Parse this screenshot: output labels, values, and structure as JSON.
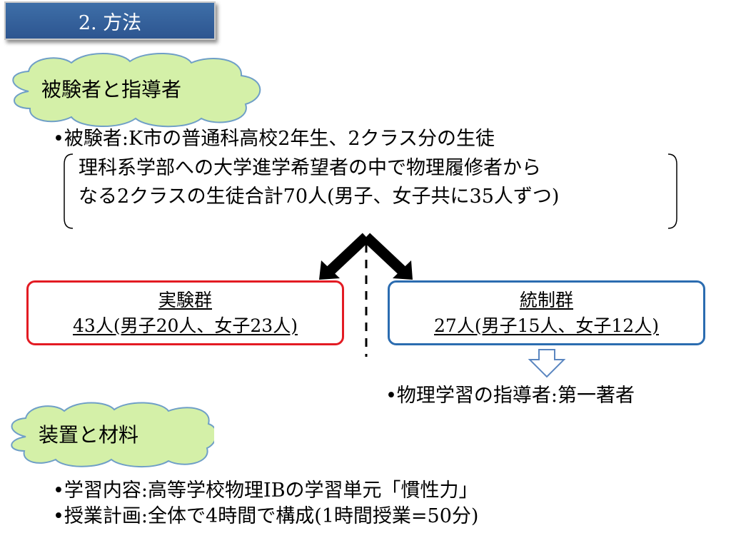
{
  "header": {
    "section_title": "2. 方法"
  },
  "subjects": {
    "heading": "被験者と指導者",
    "subjects_line": "•被験者:K市の普通科高校2年生、2クラス分の生徒",
    "detail_line1": "理科系学部への大学進学希望者の中で物理履修者から",
    "detail_line2": "なる2クラスの生徒合計70人(男子、女子共に35人ずつ)"
  },
  "groups": {
    "experimental": {
      "title": "実験群",
      "count": "43人(男子20人、女子23人)"
    },
    "control": {
      "title": "統制群",
      "count": "27人(男子15人、女子12人)"
    }
  },
  "instructor_line": "•物理学習の指導者:第一著者",
  "materials": {
    "heading": "装置と材料",
    "content_line": "•学習内容:高等学校物理ⅠBの学習単元「慣性力」",
    "plan_line": "•授業計画:全体で4時間で構成(1時間授業=50分)"
  },
  "colors": {
    "tab_fill": "#2d5590",
    "cloud_fill": "#d4f0a8",
    "cloud_stroke": "#6f9fc7",
    "experimental_border": "#e31b23",
    "control_border": "#2b6cb0"
  }
}
